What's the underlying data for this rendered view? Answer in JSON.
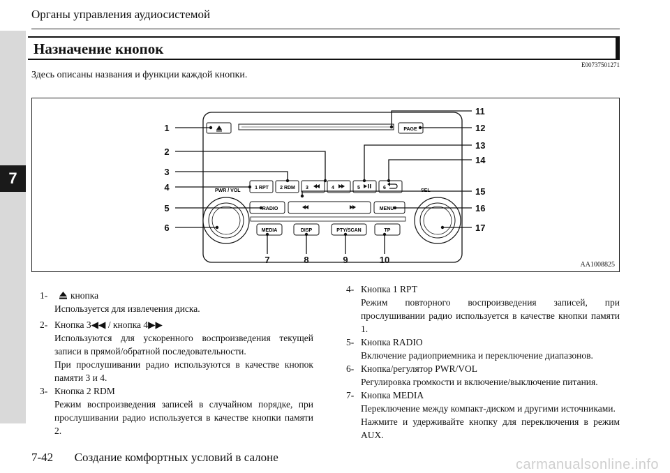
{
  "page": {
    "running_header": "Органы управления аудиосистемой",
    "chapter_tab": "7",
    "section_title": "Назначение кнопок",
    "doc_code": "E00737501271",
    "intro": "Здесь описаны названия и функции каждой кнопки.",
    "footer_page": "7-42",
    "footer_title": "Создание комфортных условий в салоне",
    "watermark": "carmanualsonline.info"
  },
  "figure": {
    "figure_code": "AA1008825",
    "panel_labels": {
      "rpt": "1 RPT",
      "rdm": "2 RDM",
      "b3": "3",
      "b4": "4",
      "b5": "5",
      "b6": "6",
      "page": "PAGE",
      "pwr_vol": "PWR / VOL",
      "sel": "SEL",
      "radio": "RADIO",
      "menu": "MENU",
      "media": "MEDIA",
      "disp": "DISP",
      "pty_scan": "PTY/SCAN",
      "tp": "TP"
    },
    "callouts": [
      "1",
      "2",
      "3",
      "4",
      "5",
      "6",
      "7",
      "8",
      "9",
      "10",
      "11",
      "12",
      "13",
      "14",
      "15",
      "16",
      "17"
    ]
  },
  "items_left": [
    {
      "num": "1-",
      "title": "кнопка",
      "has_eject_icon": true,
      "desc": "Используется для извлечения диска."
    },
    {
      "num": "2-",
      "title": "Кнопка 3◀◀ / кнопка 4▶▶",
      "desc": "Используются для ускоренного воспроизведения текущей записи в прямой/обратной последовательности.",
      "desc2": "При прослушивании радио используются в качестве кнопок памяти 3 и 4."
    },
    {
      "num": "3-",
      "title": "Кнопка 2 RDM",
      "desc": "Режим воспроизведения записей в случайном порядке, при прослушивании радио используется в качестве кнопки памяти 2."
    }
  ],
  "items_right": [
    {
      "num": "4-",
      "title": "Кнопка 1 RPT",
      "desc": "Режим повторного воспроизведения записей, при прослушивании радио используется в качестве кнопки памяти 1."
    },
    {
      "num": "5-",
      "title": "Кнопка RADIO",
      "desc": "Включение радиоприемника и переключение диапазонов."
    },
    {
      "num": "6-",
      "title": "Кнопка/регулятор PWR/VOL",
      "desc": "Регулировка громкости и включение/выключение питания."
    },
    {
      "num": "7-",
      "title": "Кнопка MEDIA",
      "desc": "Переключение между компакт-диском и другими источниками.",
      "desc2": "Нажмите и удерживайте кнопку для переключения в режим AUX."
    }
  ]
}
